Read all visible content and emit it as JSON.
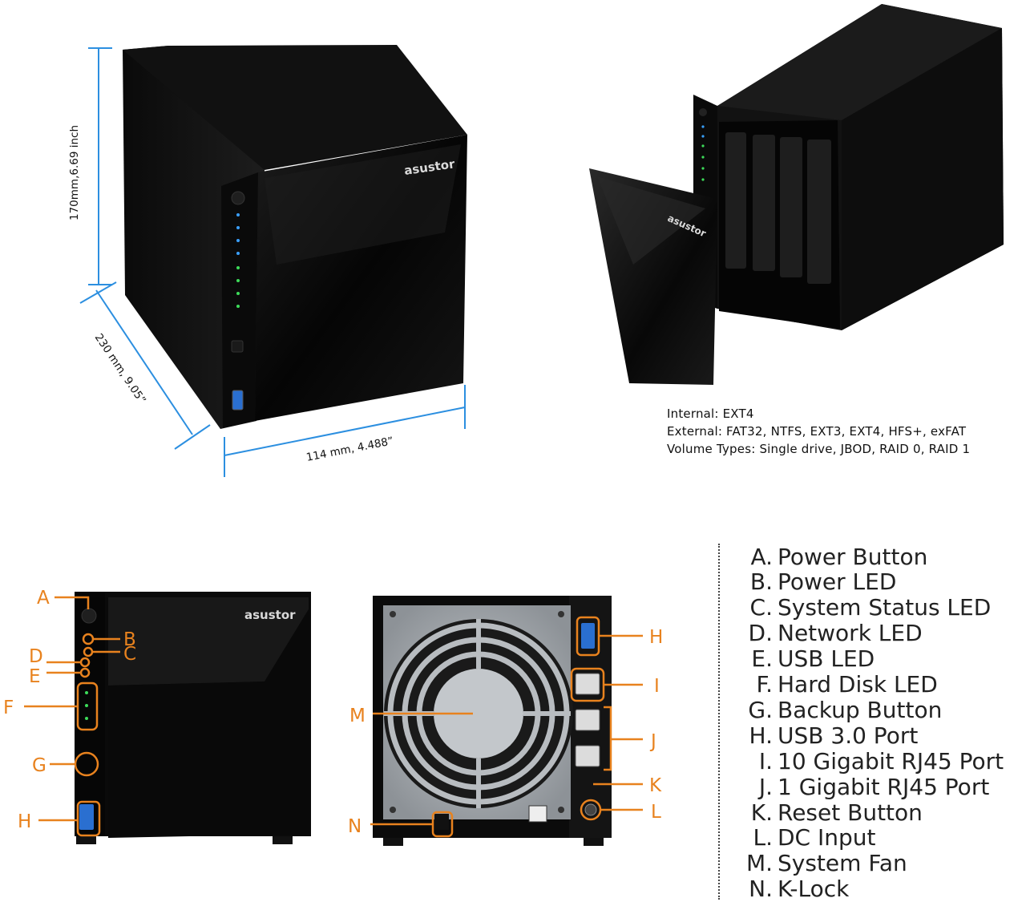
{
  "brand": {
    "logo_text": "asustor"
  },
  "dimensions": {
    "height": "170mm,6.69 inch",
    "depth": "230 mm, 9.05”",
    "width": "114 mm, 4.488”"
  },
  "filesystems": {
    "internal": "Internal: EXT4",
    "external": "External: FAT32, NTFS, EXT3, EXT4, HFS+, exFAT",
    "volume_types": "Volume Types: Single drive, JBOD, RAID 0, RAID 1"
  },
  "callouts": {
    "front": [
      "A",
      "B",
      "C",
      "D",
      "E",
      "F",
      "G",
      "H"
    ],
    "rear": [
      "H",
      "I",
      "J",
      "K",
      "L",
      "M",
      "N"
    ]
  },
  "legend": [
    {
      "letter": "A.",
      "label": "Power Button"
    },
    {
      "letter": "B.",
      "label": "Power LED"
    },
    {
      "letter": "C.",
      "label": "System Status LED"
    },
    {
      "letter": "D.",
      "label": "Network LED"
    },
    {
      "letter": "E.",
      "label": "USB LED"
    },
    {
      "letter": "F.",
      "label": "Hard Disk LED"
    },
    {
      "letter": "G.",
      "label": "Backup Button"
    },
    {
      "letter": "H.",
      "label": "USB 3.0 Port"
    },
    {
      "letter": "I.",
      "label": "10 Gigabit RJ45 Port"
    },
    {
      "letter": "J.",
      "label": "1 Gigabit RJ45 Port"
    },
    {
      "letter": "K.",
      "label": "Reset Button"
    },
    {
      "letter": "L.",
      "label": "DC Input"
    },
    {
      "letter": "M.",
      "label": "System Fan"
    },
    {
      "letter": "N.",
      "label": "K-Lock"
    }
  ],
  "colors": {
    "dimension_line": "#2c8fe0",
    "callout": "#e8821e",
    "device_body": "#0b0b0b",
    "led_green": "#3ddc5a",
    "led_blue": "#3aa0ff",
    "fan_grill": "#a9aeb3"
  }
}
